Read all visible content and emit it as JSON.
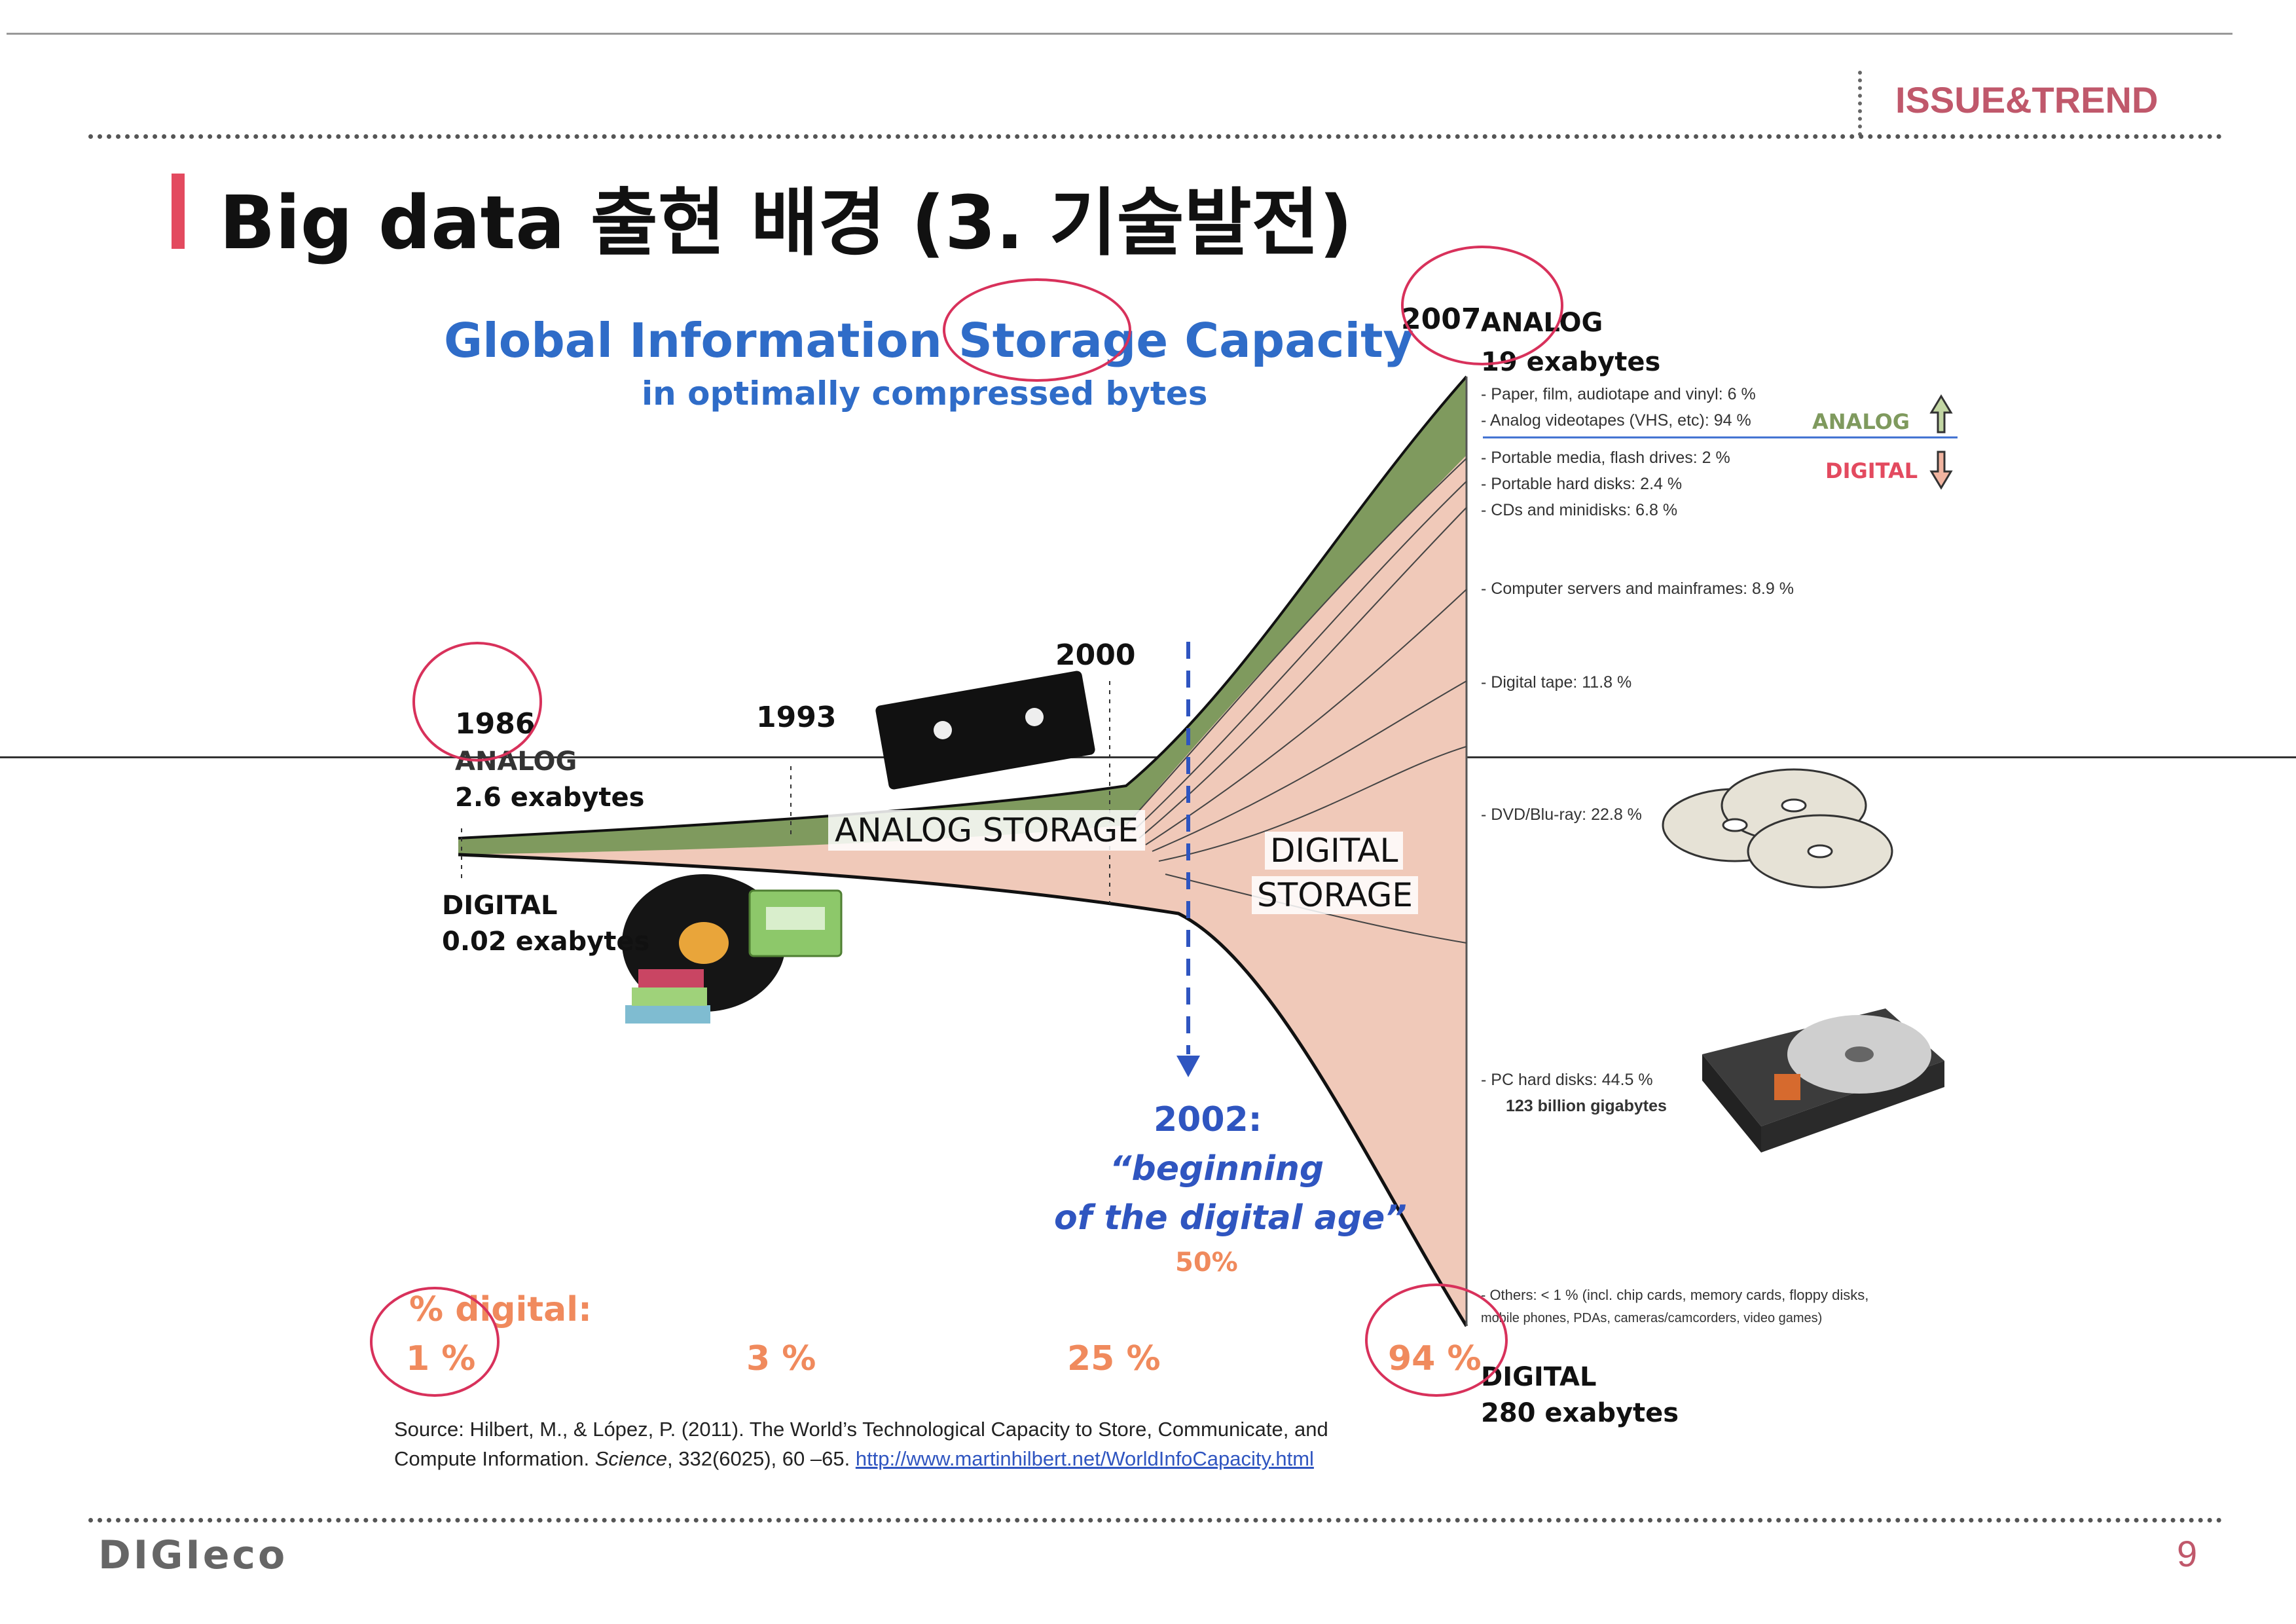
{
  "header": {
    "section_label": "ISSUE&TREND",
    "title": "Big data 출현 배경 (3. 기술발전)"
  },
  "chart": {
    "title": "Global Information Storage Capacity",
    "subtitle": "in optimally compressed bytes",
    "start": {
      "year": "1986",
      "analog": "ANALOG",
      "analog_value": "2.6 exabytes",
      "digital": "DIGITAL",
      "digital_value": "0.02 exabytes"
    },
    "year_1993": "1993",
    "year_2000": "2000",
    "end": {
      "year": "2007",
      "analog": "ANALOG",
      "analog_value": "19 exabytes",
      "digital": "DIGITAL",
      "digital_value": "280 exabytes"
    },
    "analog_storage_label": "ANALOG STORAGE",
    "digital_storage_line1": "DIGITAL",
    "digital_storage_line2": "STORAGE",
    "annotation": {
      "year": "2002:",
      "line1": "“beginning",
      "line2": "of the digital age”",
      "percent": "50%"
    },
    "pct_digital_label": "% digital:",
    "pct_values": [
      "1 %",
      "3 %",
      "25 %",
      "94 %"
    ],
    "analog_marker": "ANALOG",
    "digital_marker": "DIGITAL",
    "notes": {
      "n1": "- Paper, film, audiotape and vinyl: 6 %",
      "n2": "- Analog videotapes (VHS, etc): 94 %",
      "n3": "- Portable media, flash drives: 2 %",
      "n4": "- Portable hard disks: 2.4 %",
      "n5": "- CDs and minidisks: 6.8 %",
      "n6": "- Computer  servers and mainframes: 8.9 %",
      "n7": "- Digital tape: 11.8 %",
      "n8": "- DVD/Blu-ray: 22.8 %",
      "n9": "- PC hard disks: 44.5 %",
      "n9b": "123 billion  gigabytes",
      "n10": "- Others: < 1 % (incl. chip cards, memory cards, floppy disks,",
      "n10b": "mobile phones, PDAs, cameras/camcorders, video games)"
    },
    "colors": {
      "analog": "#7f9a5e",
      "digital": "#f0c9b9",
      "title_blue": "#2f6cc8",
      "pct": "#f08a5d",
      "circle": "#d8315b"
    }
  },
  "source": {
    "line1": "Source: Hilbert, M., & López, P. (2011). The World’s Technological Capacity to Store, Communicate, and",
    "line2_pre": "Compute Information. ",
    "line2_journal": "Science",
    "line2_post": ", 332(6025), 60 –65. ",
    "link": "http://www.martinhilbert.net/WorldInfoCapacity.html"
  },
  "footer": {
    "logo": "DIGIeco",
    "page": "9"
  }
}
